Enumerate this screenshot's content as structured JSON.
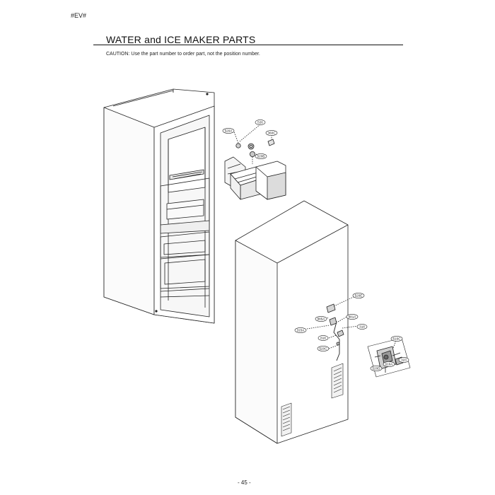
{
  "header": {
    "model_tag": "#EV#",
    "title": "WATER and ICE MAKER PARTS",
    "caution": "CAUTION: Use the part number to order part, not the position number."
  },
  "diagram": {
    "callouts": {
      "c526": "526",
      "c520A": "520A",
      "c360C": "360C",
      "c520B": "520B",
      "c520E": "520E",
      "c885A": "885A",
      "c881A": "881A",
      "c315A": "315A",
      "c318": "318",
      "c818": "818",
      "c520C": "520C",
      "c616C": "616C",
      "c616A": "616A",
      "c323": "323",
      "c520D": "520D"
    }
  },
  "footer": {
    "page_number": "- 45 -"
  }
}
